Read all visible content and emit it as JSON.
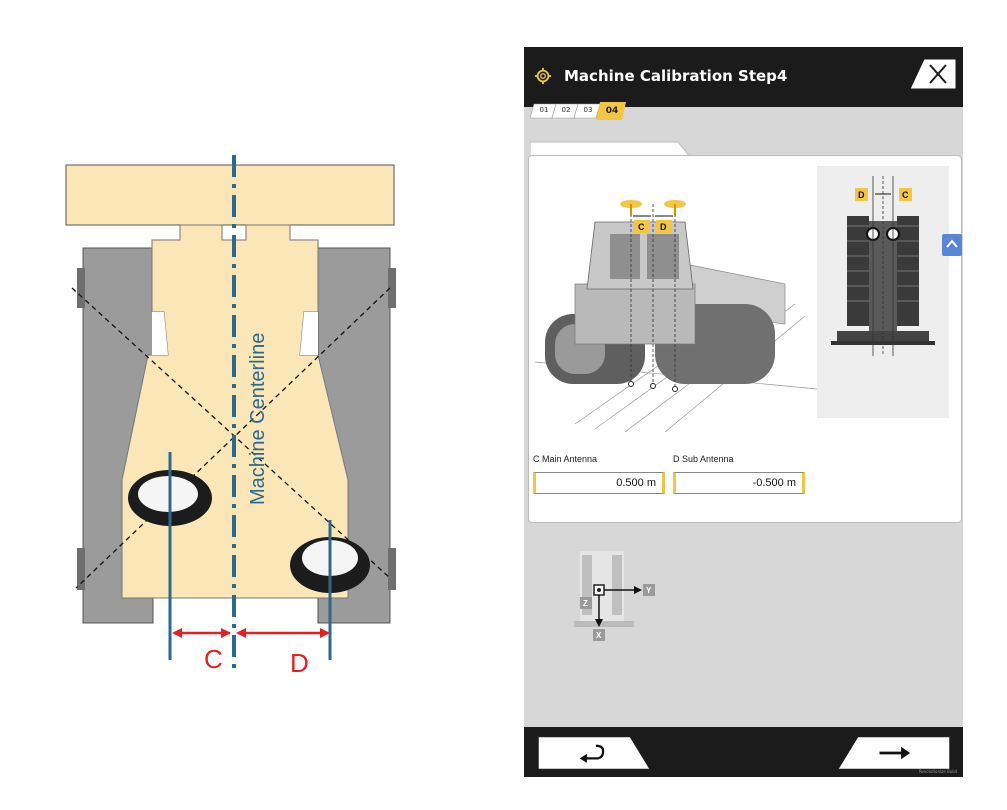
{
  "diagram": {
    "centerline_label": "Machine Centerline",
    "label_c": "C",
    "label_d": "D"
  },
  "device": {
    "title": "Machine Calibration Step4",
    "steps": [
      "01",
      "02",
      "03",
      "04"
    ],
    "active_step": "04",
    "illustration": {
      "label_c": "C",
      "label_d": "D"
    },
    "fields": {
      "main_antenna_label": "C  Main Antenna",
      "main_antenna_value": "0.500 m",
      "sub_antenna_label": "D  Sub Antenna",
      "sub_antenna_value": "-0.500 m"
    },
    "axes": {
      "x": "X",
      "y": "Y",
      "z": "Z"
    },
    "watermark": "Revolutionize Build"
  },
  "colors": {
    "body": "#fbe6b7",
    "track": "#9b9b9b",
    "centerline": "#2b6a8c",
    "measure": "#e52020",
    "header": "#1b1b1b",
    "accent": "#f3c545"
  }
}
